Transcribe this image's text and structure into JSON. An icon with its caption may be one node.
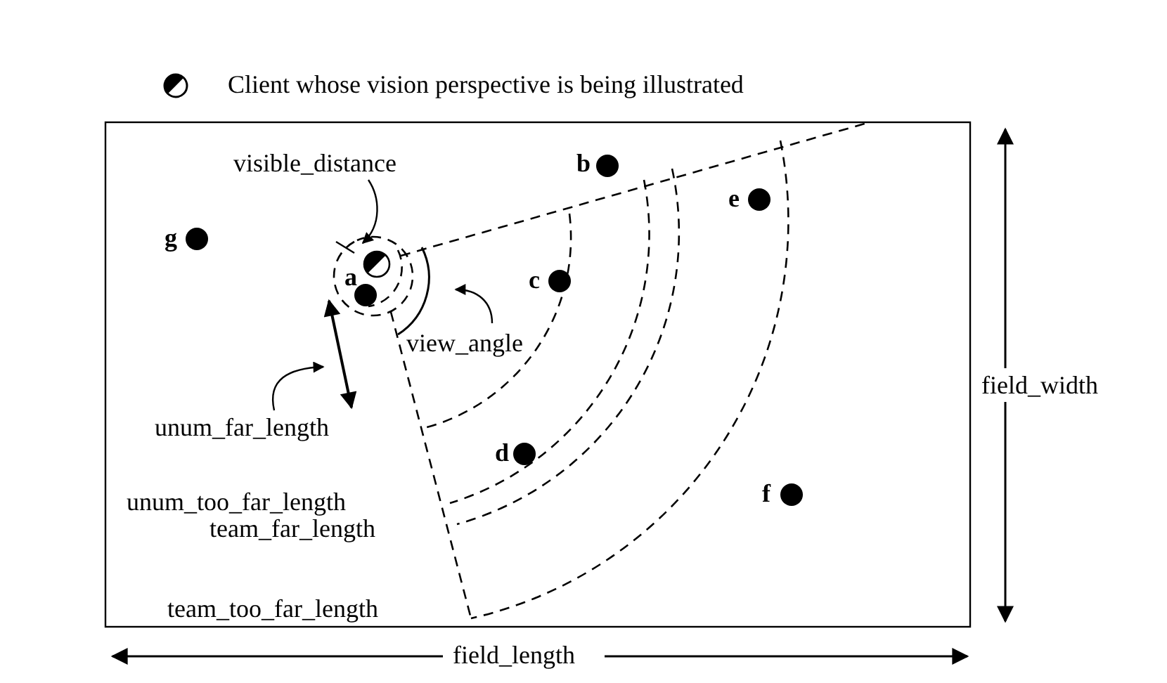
{
  "diagram": {
    "nodes": [
      {
        "text": [
          "visible_distance"
        ]
      },
      {
        "text": [
          "view_angle"
        ]
      },
      {
        "text": [
          "unum_far_length"
        ]
      },
      {
        "text": [],
        "shape": "circle"
      },
      {
        "text": [],
        "shape": "arc"
      },
      {
        "text": [],
        "shape": "arrow"
      }
    ],
    "edges": [
      {
        "from": 0,
        "to": 3,
        "arrow": "to"
      },
      {
        "from": 1,
        "to": 4,
        "arrow": "to"
      },
      {
        "from": 2,
        "to": 5,
        "arrow": "to"
      }
    ],
    "labels": [
      "b",
      "e",
      "g",
      "c",
      "a",
      "d",
      "unum_too_far_length",
      "f",
      "team_far_length",
      "team_too_far_length",
      "field_width",
      "field_length"
    ],
    "legend": [
      {
        "text": "Client whose vision perspective is being illustrated"
      }
    ]
  }
}
